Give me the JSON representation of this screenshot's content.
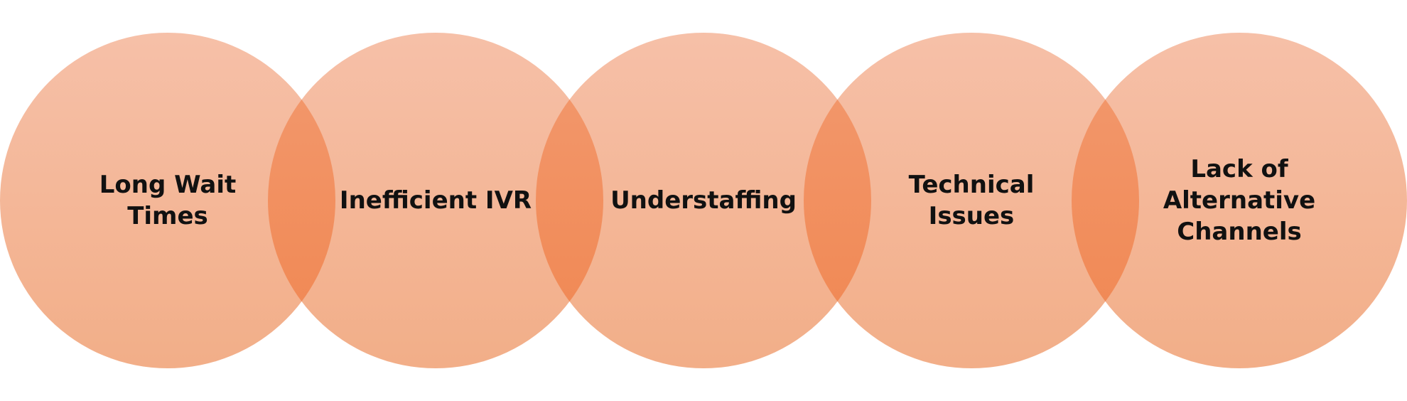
{
  "diagram": {
    "items": [
      {
        "label": "Long Wait\nTimes"
      },
      {
        "label": "Inefficient IVR"
      },
      {
        "label": "Understaffing"
      },
      {
        "label": "Technical\nIssues"
      },
      {
        "label": "Lack of\nAlternative\nChannels"
      }
    ],
    "colors": {
      "circle_top": "#f6c0a8",
      "circle_bottom": "#f2ae88",
      "overlap_top": "#f39a70",
      "overlap_bottom": "#f08650",
      "text": "#111111"
    }
  }
}
